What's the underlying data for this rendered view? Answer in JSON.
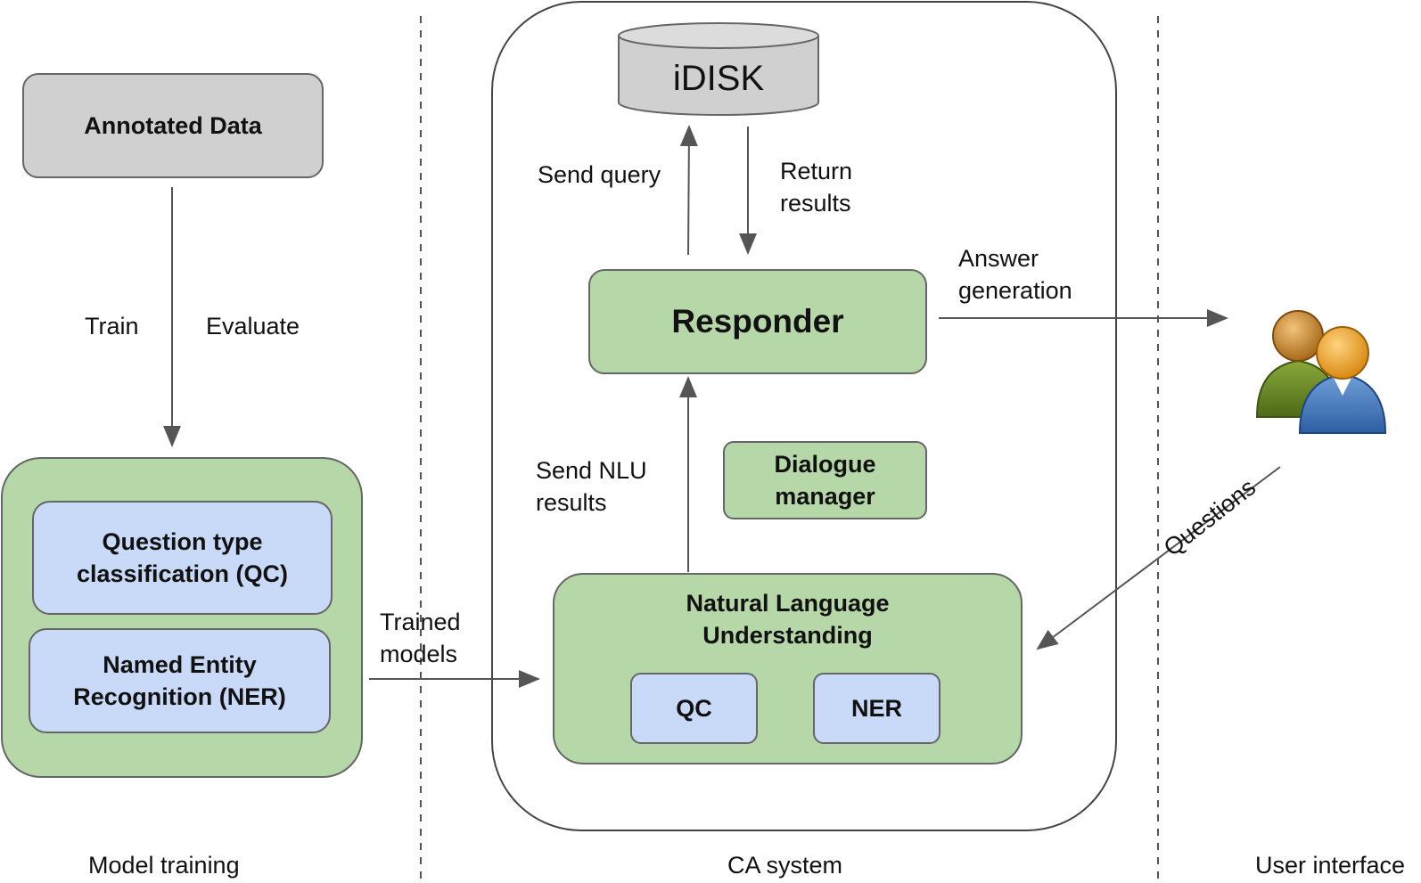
{
  "sections": {
    "model_training": "Model training",
    "ca_system": "CA system",
    "user_interface": "User interface"
  },
  "training": {
    "annotated_data": "Annotated Data",
    "train": "Train",
    "evaluate": "Evaluate",
    "qc_box": "Question type\nclassification (QC)",
    "ner_box": "Named Entity\nRecognition (NER)",
    "trained_models": "Trained\nmodels"
  },
  "ca": {
    "idisk": "iDISK",
    "send_query": "Send query",
    "return_results": "Return\nresults",
    "responder": "Responder",
    "answer_generation": "Answer\ngeneration",
    "send_nlu_results": "Send NLU\nresults",
    "dialogue_manager": "Dialogue\nmanager",
    "nlu": "Natural Language\nUnderstanding",
    "qc": "QC",
    "ner": "NER"
  },
  "user": {
    "questions": "Questions",
    "users_icon": "users-icon"
  },
  "colors": {
    "gray_box": "#d0d0d0",
    "green_box": "#b6d7a8",
    "blue_box": "#c9daf8",
    "arrow": "#555555"
  }
}
